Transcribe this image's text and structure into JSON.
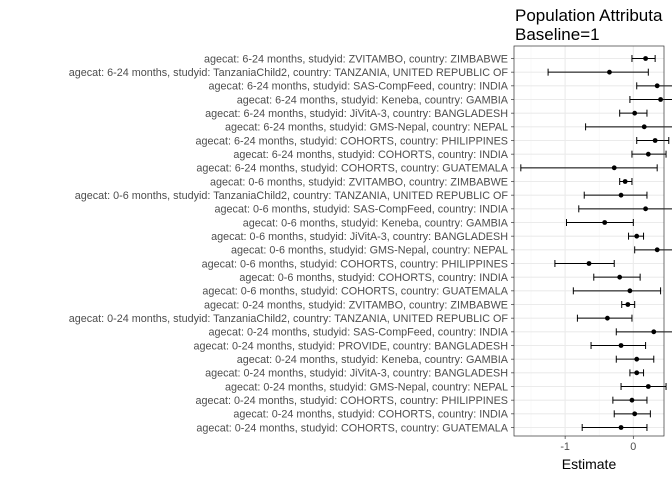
{
  "chart_data": {
    "type": "forest",
    "title_lines": [
      "Population Attributa",
      "Baseline=1"
    ],
    "xlabel": "Estimate",
    "ylabel": "",
    "xlim": [
      -1.75,
      0.45
    ],
    "xticks": [
      -1,
      0
    ],
    "xtick_labels": [
      "-1",
      "0"
    ],
    "grid": true,
    "rows": [
      {
        "label": "agecat: 6-24 months, studyid: ZVITAMBO, country: ZIMBABWE",
        "estimate": 0.18,
        "lower": -0.02,
        "upper": 0.32
      },
      {
        "label": "agecat: 6-24 months, studyid: TanzaniaChild2, country: TANZANIA, UNITED REPUBLIC OF",
        "estimate": -0.35,
        "lower": -1.25,
        "upper": 0.22
      },
      {
        "label": "agecat: 6-24 months, studyid: SAS-CompFeed, country: INDIA",
        "estimate": 0.35,
        "lower": 0.05,
        "upper": 0.62
      },
      {
        "label": "agecat: 6-24 months, studyid: Keneba, country: GAMBIA",
        "estimate": 0.4,
        "lower": -0.05,
        "upper": 0.68
      },
      {
        "label": "agecat: 6-24 months, studyid: JiVitA-3, country: BANGLADESH",
        "estimate": 0.02,
        "lower": -0.2,
        "upper": 0.2
      },
      {
        "label": "agecat: 6-24 months, studyid: GMS-Nepal, country: NEPAL",
        "estimate": 0.16,
        "lower": -0.7,
        "upper": 0.58
      },
      {
        "label": "agecat: 6-24 months, studyid: COHORTS, country: PHILIPPINES",
        "estimate": 0.32,
        "lower": 0.05,
        "upper": 0.52
      },
      {
        "label": "agecat: 6-24 months, studyid: COHORTS, country: INDIA",
        "estimate": 0.22,
        "lower": -0.02,
        "upper": 0.48
      },
      {
        "label": "agecat: 6-24 months, studyid: COHORTS, country: GUATEMALA",
        "estimate": -0.28,
        "lower": -1.65,
        "upper": 0.35
      },
      {
        "label": "agecat: 0-6 months, studyid: ZVITAMBO, country: ZIMBABWE",
        "estimate": -0.12,
        "lower": -0.2,
        "upper": -0.02
      },
      {
        "label": "agecat: 0-6 months, studyid: TanzaniaChild2, country: TANZANIA, UNITED REPUBLIC OF",
        "estimate": -0.18,
        "lower": -0.72,
        "upper": 0.2
      },
      {
        "label": "agecat: 0-6 months, studyid: SAS-CompFeed, country: INDIA",
        "estimate": 0.18,
        "lower": -0.8,
        "upper": 0.65
      },
      {
        "label": "agecat: 0-6 months, studyid: Keneba, country: GAMBIA",
        "estimate": -0.42,
        "lower": -0.98,
        "upper": 0.0
      },
      {
        "label": "agecat: 0-6 months, studyid: JiVitA-3, country: BANGLADESH",
        "estimate": 0.05,
        "lower": -0.07,
        "upper": 0.15
      },
      {
        "label": "agecat: 0-6 months, studyid: GMS-Nepal, country: NEPAL",
        "estimate": 0.35,
        "lower": 0.02,
        "upper": 0.6
      },
      {
        "label": "agecat: 0-6 months, studyid: COHORTS, country: PHILIPPINES",
        "estimate": -0.65,
        "lower": -1.15,
        "upper": -0.28
      },
      {
        "label": "agecat: 0-6 months, studyid: COHORTS, country: INDIA",
        "estimate": -0.2,
        "lower": -0.58,
        "upper": 0.1
      },
      {
        "label": "agecat: 0-6 months, studyid: COHORTS, country: GUATEMALA",
        "estimate": -0.05,
        "lower": -0.88,
        "upper": 0.4
      },
      {
        "label": "agecat: 0-24 months, studyid: ZVITAMBO, country: ZIMBABWE",
        "estimate": -0.08,
        "lower": -0.17,
        "upper": 0.02
      },
      {
        "label": "agecat: 0-24 months, studyid: TanzaniaChild2, country: TANZANIA, UNITED REPUBLIC OF",
        "estimate": -0.38,
        "lower": -0.82,
        "upper": -0.02
      },
      {
        "label": "agecat: 0-24 months, studyid: SAS-CompFeed, country: INDIA",
        "estimate": 0.3,
        "lower": -0.25,
        "upper": 0.6
      },
      {
        "label": "agecat: 0-24 months, studyid: PROVIDE, country: BANGLADESH",
        "estimate": -0.18,
        "lower": -0.62,
        "upper": 0.18
      },
      {
        "label": "agecat: 0-24 months, studyid: Keneba, country: GAMBIA",
        "estimate": 0.05,
        "lower": -0.25,
        "upper": 0.3
      },
      {
        "label": "agecat: 0-24 months, studyid: JiVitA-3, country: BANGLADESH",
        "estimate": 0.05,
        "lower": -0.05,
        "upper": 0.15
      },
      {
        "label": "agecat: 0-24 months, studyid: GMS-Nepal, country: NEPAL",
        "estimate": 0.22,
        "lower": -0.18,
        "upper": 0.48
      },
      {
        "label": "agecat: 0-24 months, studyid: COHORTS, country: PHILIPPINES",
        "estimate": -0.02,
        "lower": -0.3,
        "upper": 0.2
      },
      {
        "label": "agecat: 0-24 months, studyid: COHORTS, country: INDIA",
        "estimate": 0.02,
        "lower": -0.28,
        "upper": 0.25
      },
      {
        "label": "agecat: 0-24 months, studyid: COHORTS, country: GUATEMALA",
        "estimate": -0.18,
        "lower": -0.75,
        "upper": 0.2
      }
    ],
    "colors": {
      "panel_bg": "#ffffff",
      "panel_border": "#333333",
      "grid_major": "#ebebeb",
      "grid_minor": "#f5f5f5",
      "point": "#000000",
      "errorbar": "#000000"
    }
  }
}
